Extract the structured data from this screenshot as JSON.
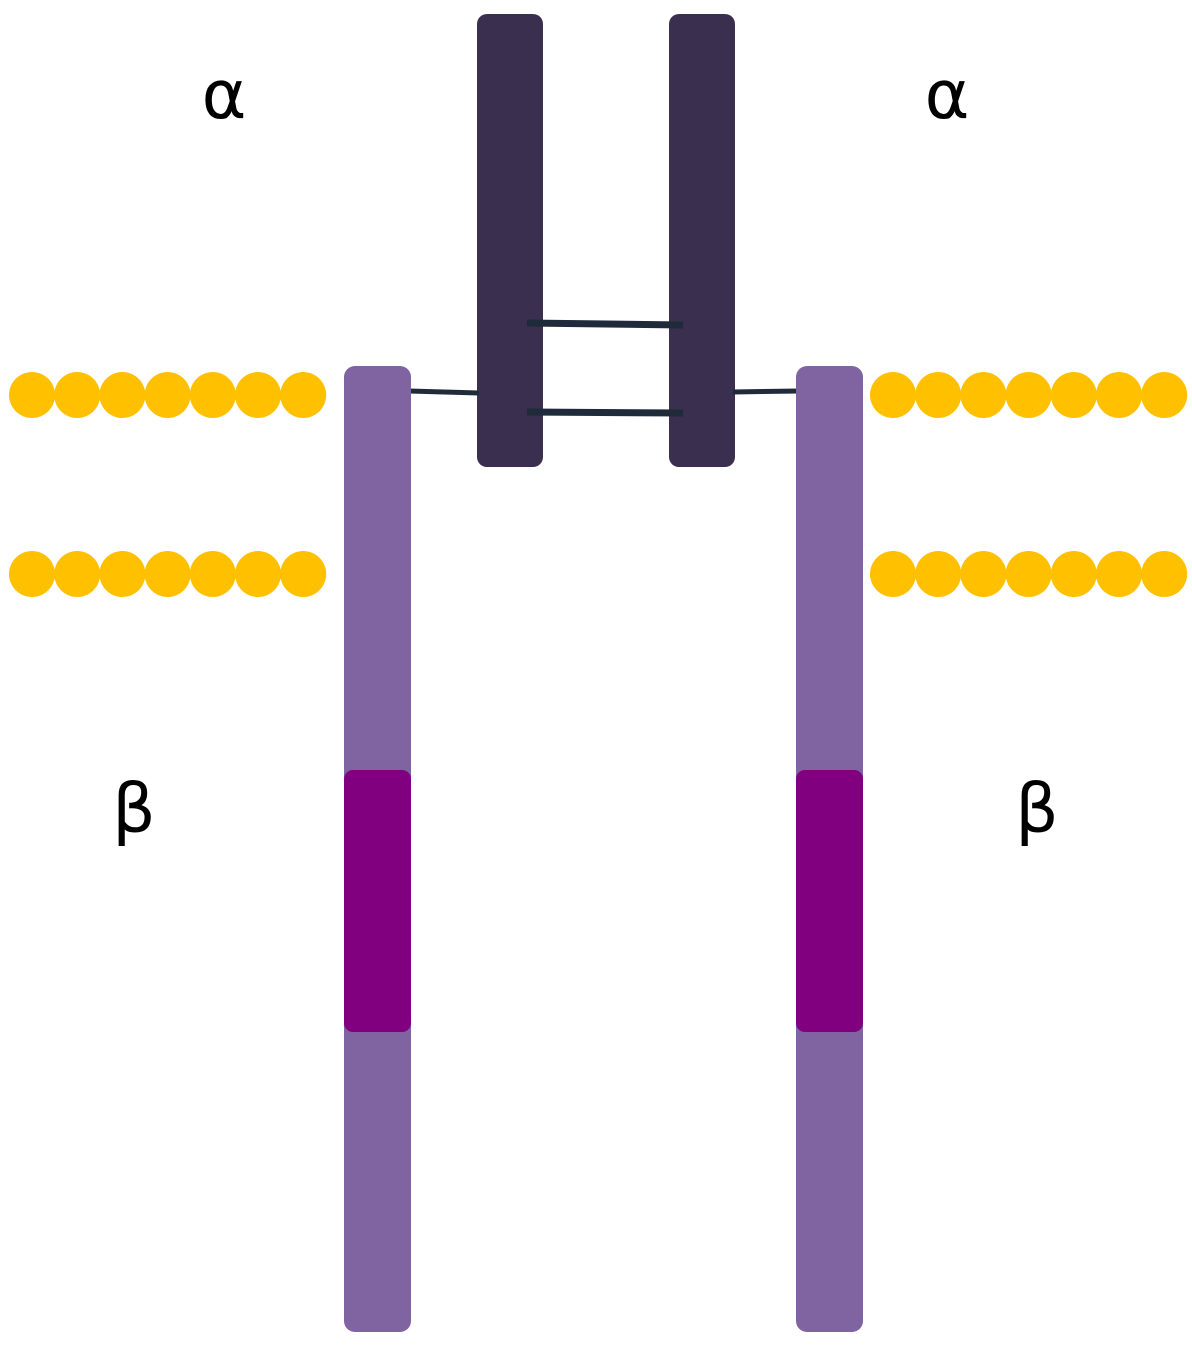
{
  "labels": {
    "alpha_left": "α",
    "alpha_right": "α",
    "beta_left": "β",
    "beta_right": "β"
  },
  "colors": {
    "alpha_chain": "#3b2f4f",
    "beta_chain": "#8064a2",
    "beta_segment": "#800080",
    "bond": "#1f2a3a",
    "bead": "#ffc000",
    "background": "#ffffff"
  },
  "beads": {
    "per_row": 7,
    "rows_per_side": 2
  }
}
